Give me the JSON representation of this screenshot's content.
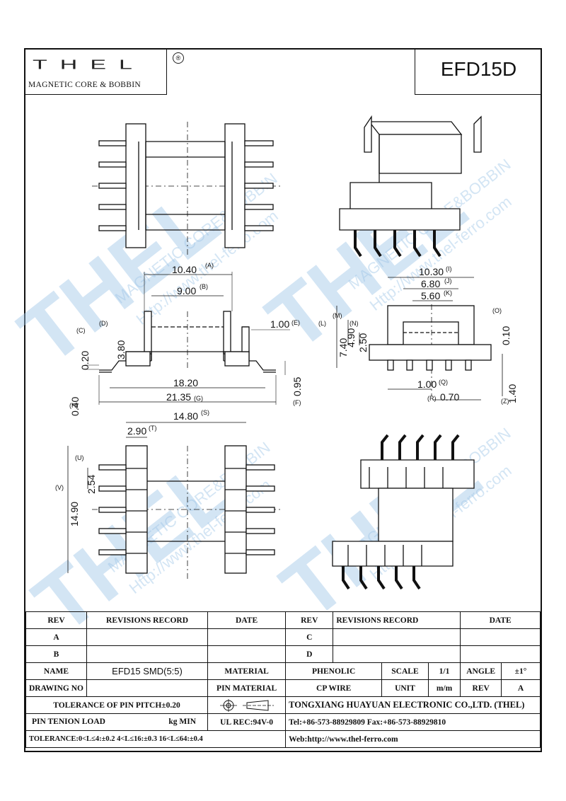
{
  "header": {
    "logo_text": "THEL",
    "logo_registered": "®",
    "logo_subtitle": "MAGNETIC CORE & BOBBIN",
    "model": "EFD15D"
  },
  "dimensions": {
    "A": "10.40",
    "A_tag": "(A)",
    "B": "9.00",
    "B_tag": "(B)",
    "E": "1.00",
    "E_tag": "(E)",
    "D": "3.80",
    "D_tag": "(D)",
    "C": "0.20",
    "C_tag": "(C)",
    "H": "0.40",
    "H_tag": "(H)",
    "len1": "18.20",
    "G": "21.35",
    "G_tag": "(G)",
    "F": "0.95",
    "F_tag": "(F)",
    "I": "10.30",
    "I_tag": "(I)",
    "J": "6.80",
    "J_tag": "(J)",
    "K": "5.60",
    "K_tag": "(K)",
    "L": "7.40",
    "L_tag": "(L)",
    "M": "4.90",
    "M_tag": "(M)",
    "N": "2.50",
    "N_tag": "(N)",
    "O": "0.10",
    "O_tag": "(O)",
    "Q": "1.00",
    "Q_tag": "(Q)",
    "R": "0.70",
    "R_tag": "(R)",
    "Z": "1.40",
    "Z_tag": "(Z)",
    "S": "14.80",
    "S_tag": "(S)",
    "T": "2.90",
    "T_tag": "(T)",
    "U": "2.54",
    "U_tag": "(U)",
    "V": "14.90",
    "V_tag": "(V)"
  },
  "watermark": {
    "brand": "THEL",
    "line1": "MAGNETIC CORE&BOBBIN",
    "line2": "Http://www.thel-ferro.com",
    "registered": "®"
  },
  "titleblock": {
    "rev": "REV",
    "revisions_record": "REVISIONS RECORD",
    "date": "DATE",
    "rev_a": "A",
    "rev_b": "B",
    "rev_c": "C",
    "rev_d": "D",
    "name_label": "NAME",
    "name_value": "EFD15 SMD(5:5)",
    "material_label": "MATERIAL",
    "material_value": "PHENOLIC",
    "scale_label": "SCALE",
    "scale_value": "1/1",
    "angle_label": "ANGLE",
    "angle_value": "±1°",
    "drawing_no_label": "DRAWING NO",
    "pin_material_label": "PIN MATERIAL",
    "pin_material_value": "CP WIRE",
    "unit_label": "UNIT",
    "unit_value": "m/m",
    "rev_label2": "REV",
    "rev_value2": "A",
    "tolerance_pitch": "TOLERANCE OF PIN PITCH±0.20",
    "company": "TONGXIANG HUAYUAN ELECTRONIC CO.,LTD.   (THEL)",
    "pin_tension": "PIN TENION LOAD",
    "kg_min": "kg MIN",
    "ul_rec": "UL REC:94V-0",
    "tel": "Tel:+86-573-88929809 Fax:+86-573-88929810",
    "tolerance": "TOLERANCE:0<L≤4:±0.2  4<L≤16:±0.3  16<L≤64:±0.4",
    "web": "Web:http://www.thel-ferro.com"
  }
}
